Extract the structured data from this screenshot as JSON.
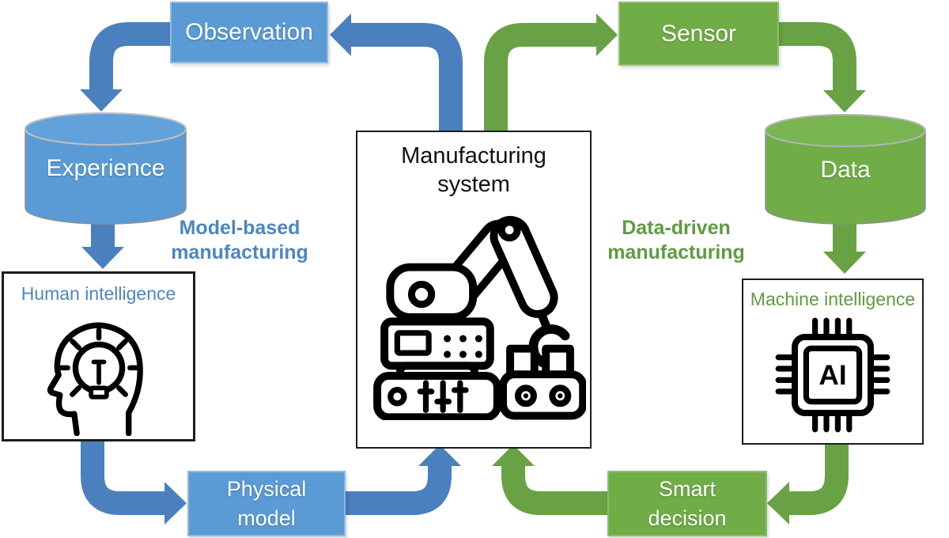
{
  "diagram": {
    "center": {
      "title_lines": [
        "Manufacturing",
        "system"
      ]
    },
    "model_loop": {
      "caption_lines": [
        "Model-based",
        "manufacturing"
      ],
      "caption_color": "#4E86C0",
      "box_color": "#5B9BD5",
      "arrow_color": "#4A80BD",
      "observation": "Observation",
      "experience": "Experience",
      "human_intelligence": "Human intelligence",
      "physical_model_lines": [
        "Physical",
        "model"
      ]
    },
    "data_loop": {
      "caption_lines": [
        "Data-driven",
        "manufacturing"
      ],
      "caption_color": "#5E9B41",
      "box_color": "#70AD47",
      "arrow_color": "#68A244",
      "sensor": "Sensor",
      "data": "Data",
      "machine_intelligence": "Machine intelligence",
      "smart_decision_lines": [
        "Smart",
        "decision"
      ],
      "ai_chip_text": "AI"
    }
  }
}
